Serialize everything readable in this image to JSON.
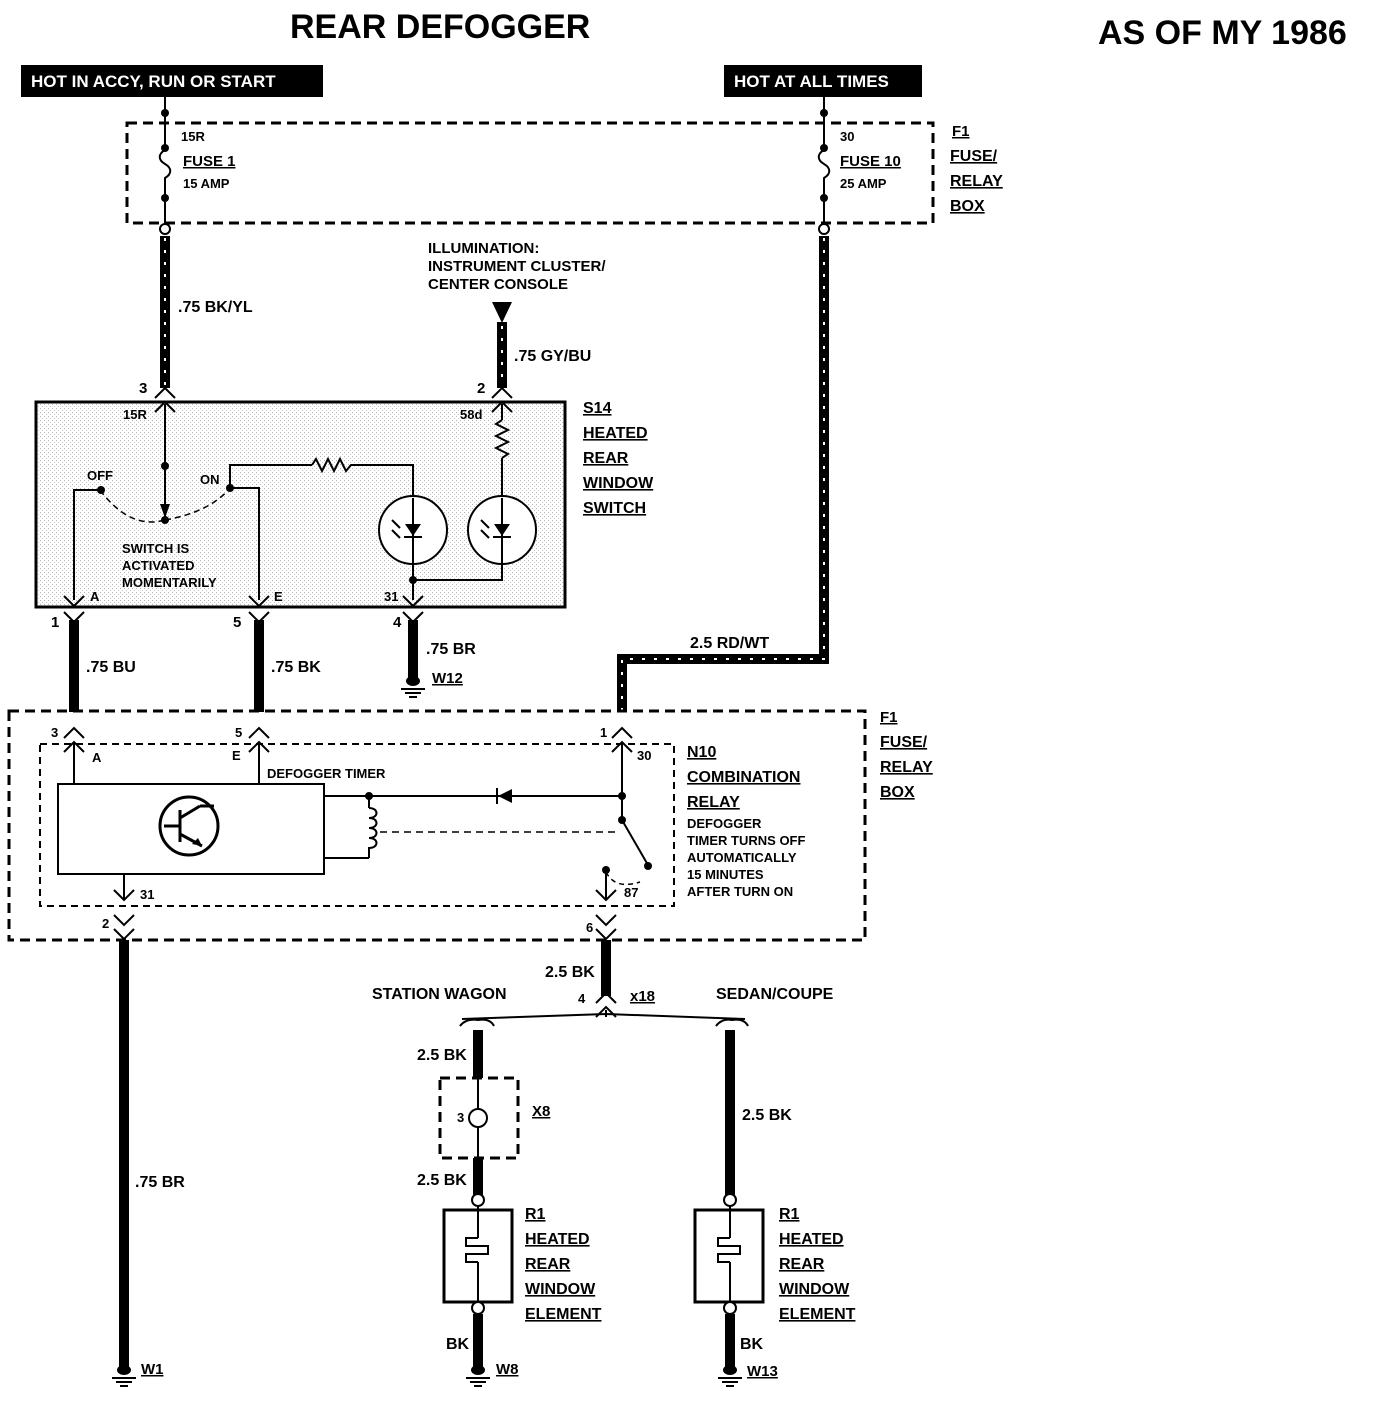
{
  "title": "REAR DEFOGGER",
  "model_year": "AS OF MY 1986",
  "power": {
    "left_label": "HOT IN ACCY, RUN OR START",
    "right_label": "HOT AT ALL TIMES"
  },
  "fuse_box_top": {
    "id": "F1",
    "name_lines": [
      "FUSE/",
      "RELAY",
      "BOX"
    ],
    "fuse1": {
      "terminal": "15R",
      "name": "FUSE 1",
      "rating": "15 AMP"
    },
    "fuse10": {
      "terminal": "30",
      "name": "FUSE 10",
      "rating": "25 AMP"
    }
  },
  "illumination": {
    "lines": [
      "ILLUMINATION:",
      "INSTRUMENT CLUSTER/",
      "CENTER CONSOLE"
    ]
  },
  "wires": {
    "bk_yl": ".75 BK/YL",
    "gy_bu": ".75 GY/BU",
    "bu": ".75 BU",
    "bk": ".75 BK",
    "br_w12": ".75 BR",
    "rd_wt": "2.5 RD/WT",
    "br_w1": ".75 BR",
    "bk_relay": "2.5 BK",
    "bk_sw_top": "2.5 BK",
    "bk_sw_bottom": "2.5 BK",
    "bk_sedan": "2.5 BK",
    "bk_elem_sw": "BK",
    "bk_elem_sc": "BK"
  },
  "switch": {
    "id": "S14",
    "name_lines": [
      "HEATED",
      "REAR",
      "WINDOW",
      "SWITCH"
    ],
    "pin3": "3",
    "pin2": "2",
    "pin1": "1",
    "pin5": "5",
    "pin4": "4",
    "term_15r": "15R",
    "term_58d": "58d",
    "term_a": "A",
    "term_e": "E",
    "term_31": "31",
    "off": "OFF",
    "on": "ON",
    "note_lines": [
      "SWITCH IS",
      "ACTIVATED",
      "MOMENTARILY"
    ]
  },
  "ground_w12": "W12",
  "relay_box": {
    "id": "F1",
    "name_lines": [
      "FUSE/",
      "RELAY",
      "BOX"
    ],
    "pin3": "3",
    "pin5": "5",
    "pin1": "1",
    "pin2": "2",
    "pin6": "6",
    "term_a": "A",
    "term_e": "E",
    "term_30": "30",
    "term_31": "31",
    "term_87": "87",
    "timer_label": "DEFOGGER TIMER",
    "relay_id": "N10",
    "relay_name_lines": [
      "COMBINATION",
      "RELAY"
    ],
    "note_lines": [
      "DEFOGGER",
      "TIMER TURNS OFF",
      "AUTOMATICALLY",
      "15 MINUTES",
      "AFTER TURN ON"
    ]
  },
  "connector_x18": {
    "id": "x18",
    "pin": "4"
  },
  "variants": {
    "left": "STATION WAGON",
    "right": "SEDAN/COUPE"
  },
  "connector_x8": {
    "id": "X8",
    "pin": "3"
  },
  "element": {
    "id": "R1",
    "name_lines": [
      "HEATED",
      "REAR",
      "WINDOW",
      "ELEMENT"
    ]
  },
  "grounds": {
    "w1": "W1",
    "w8": "W8",
    "w13": "W13"
  }
}
